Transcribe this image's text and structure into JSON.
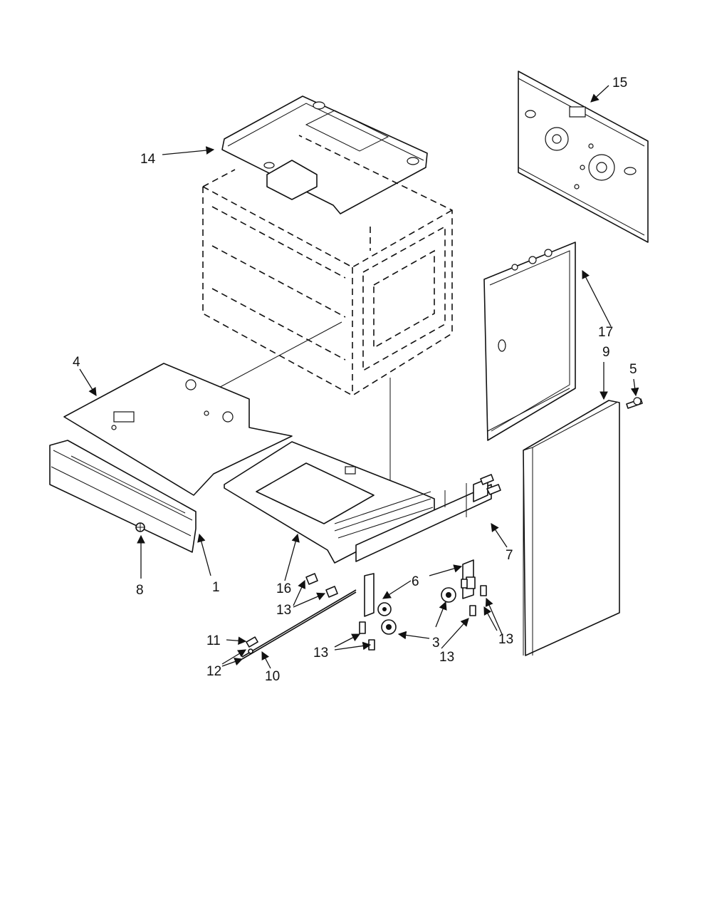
{
  "callouts": {
    "c1": "1",
    "c3": "3",
    "c4": "4",
    "c5": "5",
    "c6": "6",
    "c7": "7",
    "c8": "8",
    "c9": "9",
    "c10": "10",
    "c11": "11",
    "c12": "12",
    "c13a": "13",
    "c13b": "13",
    "c13c": "13",
    "c13d": "13",
    "c14": "14",
    "c15": "15",
    "c16": "16",
    "c17": "17"
  }
}
